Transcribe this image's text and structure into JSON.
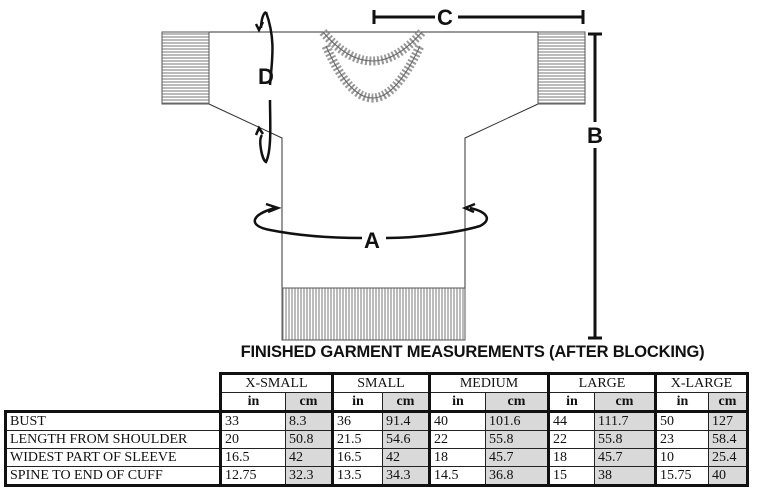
{
  "diagram": {
    "labels": {
      "a": "A",
      "b": "B",
      "c": "C",
      "d": "D"
    }
  },
  "table": {
    "title": "FINISHED GARMENT MEASUREMENTS (AFTER BLOCKING)",
    "sizes": [
      "X-SMALL",
      "SMALL",
      "MEDIUM",
      "LARGE",
      "X-LARGE"
    ],
    "units": [
      "in",
      "cm"
    ],
    "rows": [
      {
        "label": "BUST",
        "values": [
          "33",
          "8.3",
          "36",
          "91.4",
          "40",
          "101.6",
          "44",
          "111.7",
          "50",
          "127"
        ]
      },
      {
        "label": "LENGTH FROM SHOULDER",
        "values": [
          "20",
          "50.8",
          "21.5",
          "54.6",
          "22",
          "55.8",
          "22",
          "55.8",
          "23",
          "58.4"
        ]
      },
      {
        "label": "WIDEST PART OF SLEEVE",
        "values": [
          "16.5",
          "42",
          "16.5",
          "42",
          "18",
          "45.7",
          "18",
          "45.7",
          "10",
          "25.4"
        ]
      },
      {
        "label": "SPINE TO END OF CUFF",
        "values": [
          "12.75",
          "32.3",
          "13.5",
          "34.3",
          "14.5",
          "36.8",
          "15",
          "38",
          "15.75",
          "40"
        ]
      }
    ]
  }
}
